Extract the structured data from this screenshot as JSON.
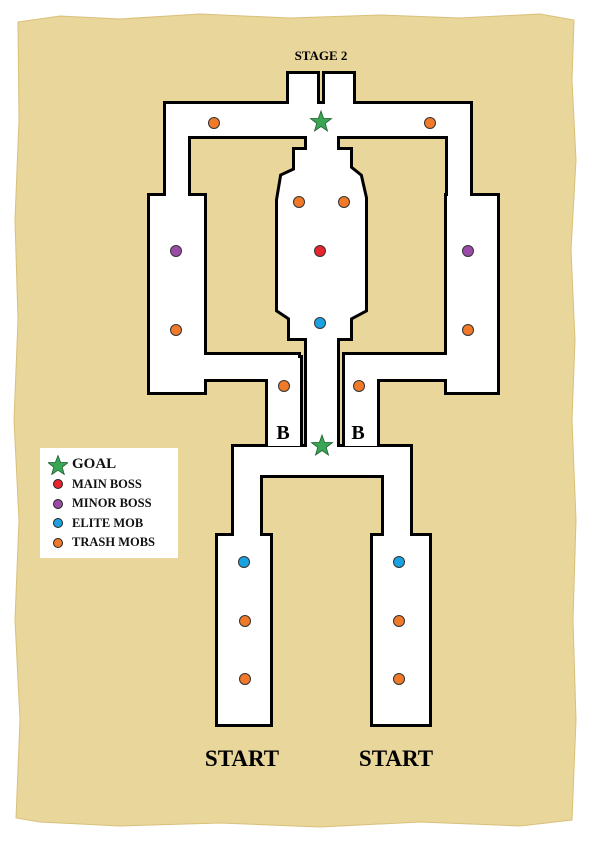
{
  "map": {
    "stage_label": "STAGE 2",
    "start_left": "START",
    "start_right": "START",
    "door_left": "B",
    "door_right": "B"
  },
  "legend": {
    "goal": "GOAL",
    "main_boss": "MAIN BOSS",
    "minor_boss": "MINOR BOSS",
    "elite_mob": "ELITE MOB",
    "trash_mobs": "TRASH MOBS"
  },
  "colors": {
    "parchment": "#e8d69a",
    "path": "#ffffff",
    "goal": "#3aa655",
    "main_boss": "#e8242e",
    "minor_boss": "#9b4aa8",
    "elite_mob": "#1aa2e0",
    "trash_mob": "#f0792a"
  },
  "icons": {
    "goal": "star-icon",
    "marker": "circle-marker-icon"
  }
}
